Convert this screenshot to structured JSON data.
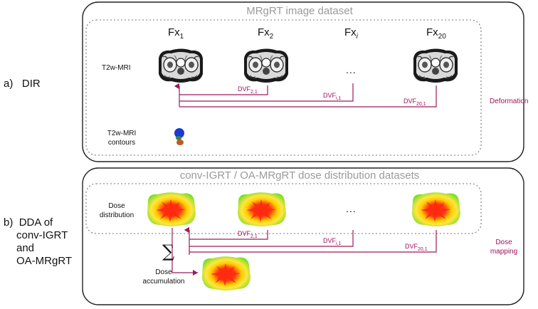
{
  "colors": {
    "arrow": "#9b1b5a",
    "panel_border": "#222222",
    "title_gray": "#9a9a9a",
    "dose_core": "#ff2a10",
    "dose_mid": "#ffd000",
    "dose_outer": "#55dd22"
  },
  "section_a": {
    "label_letter": "a)",
    "label_text": "DIR",
    "panel_title": "MRgRT image dataset",
    "fx_labels": [
      {
        "base": "Fx",
        "sub": "1"
      },
      {
        "base": "Fx",
        "sub": "2"
      },
      {
        "base": "Fx",
        "sub": "i"
      },
      {
        "base": "Fx",
        "sub": "20"
      }
    ],
    "row1_label": "T2w-MRI",
    "row2_label": "T2w-MRI contours",
    "row2_line1": "T2w-MRI",
    "row2_line2": "contours",
    "ellipsis": "...",
    "dvf_labels": [
      {
        "base": "DVF",
        "sub": "2,1"
      },
      {
        "base": "DVF",
        "sub": "i,1"
      },
      {
        "base": "DVF",
        "sub": "20,1"
      }
    ],
    "side_note": "Deformation"
  },
  "section_b": {
    "label_letter": "b)",
    "label_line1": "DDA of",
    "label_line2": "conv-IGRT",
    "label_line3": "and",
    "label_line4": "OA-MRgRT",
    "panel_title": "conv-IGRT / OA-MRgRT dose distribution datasets",
    "row_label_line1": "Dose",
    "row_label_line2": "distribution",
    "ellipsis": "...",
    "dvf_labels": [
      {
        "base": "DVF",
        "sub": "2,1"
      },
      {
        "base": "DVF",
        "sub": "i,1"
      },
      {
        "base": "DVF",
        "sub": "20,1"
      }
    ],
    "sigma": "∑",
    "accum_line1": "Dose",
    "accum_line2": "accumulation",
    "side_note_line1": "Dose",
    "side_note_line2": "mapping"
  }
}
